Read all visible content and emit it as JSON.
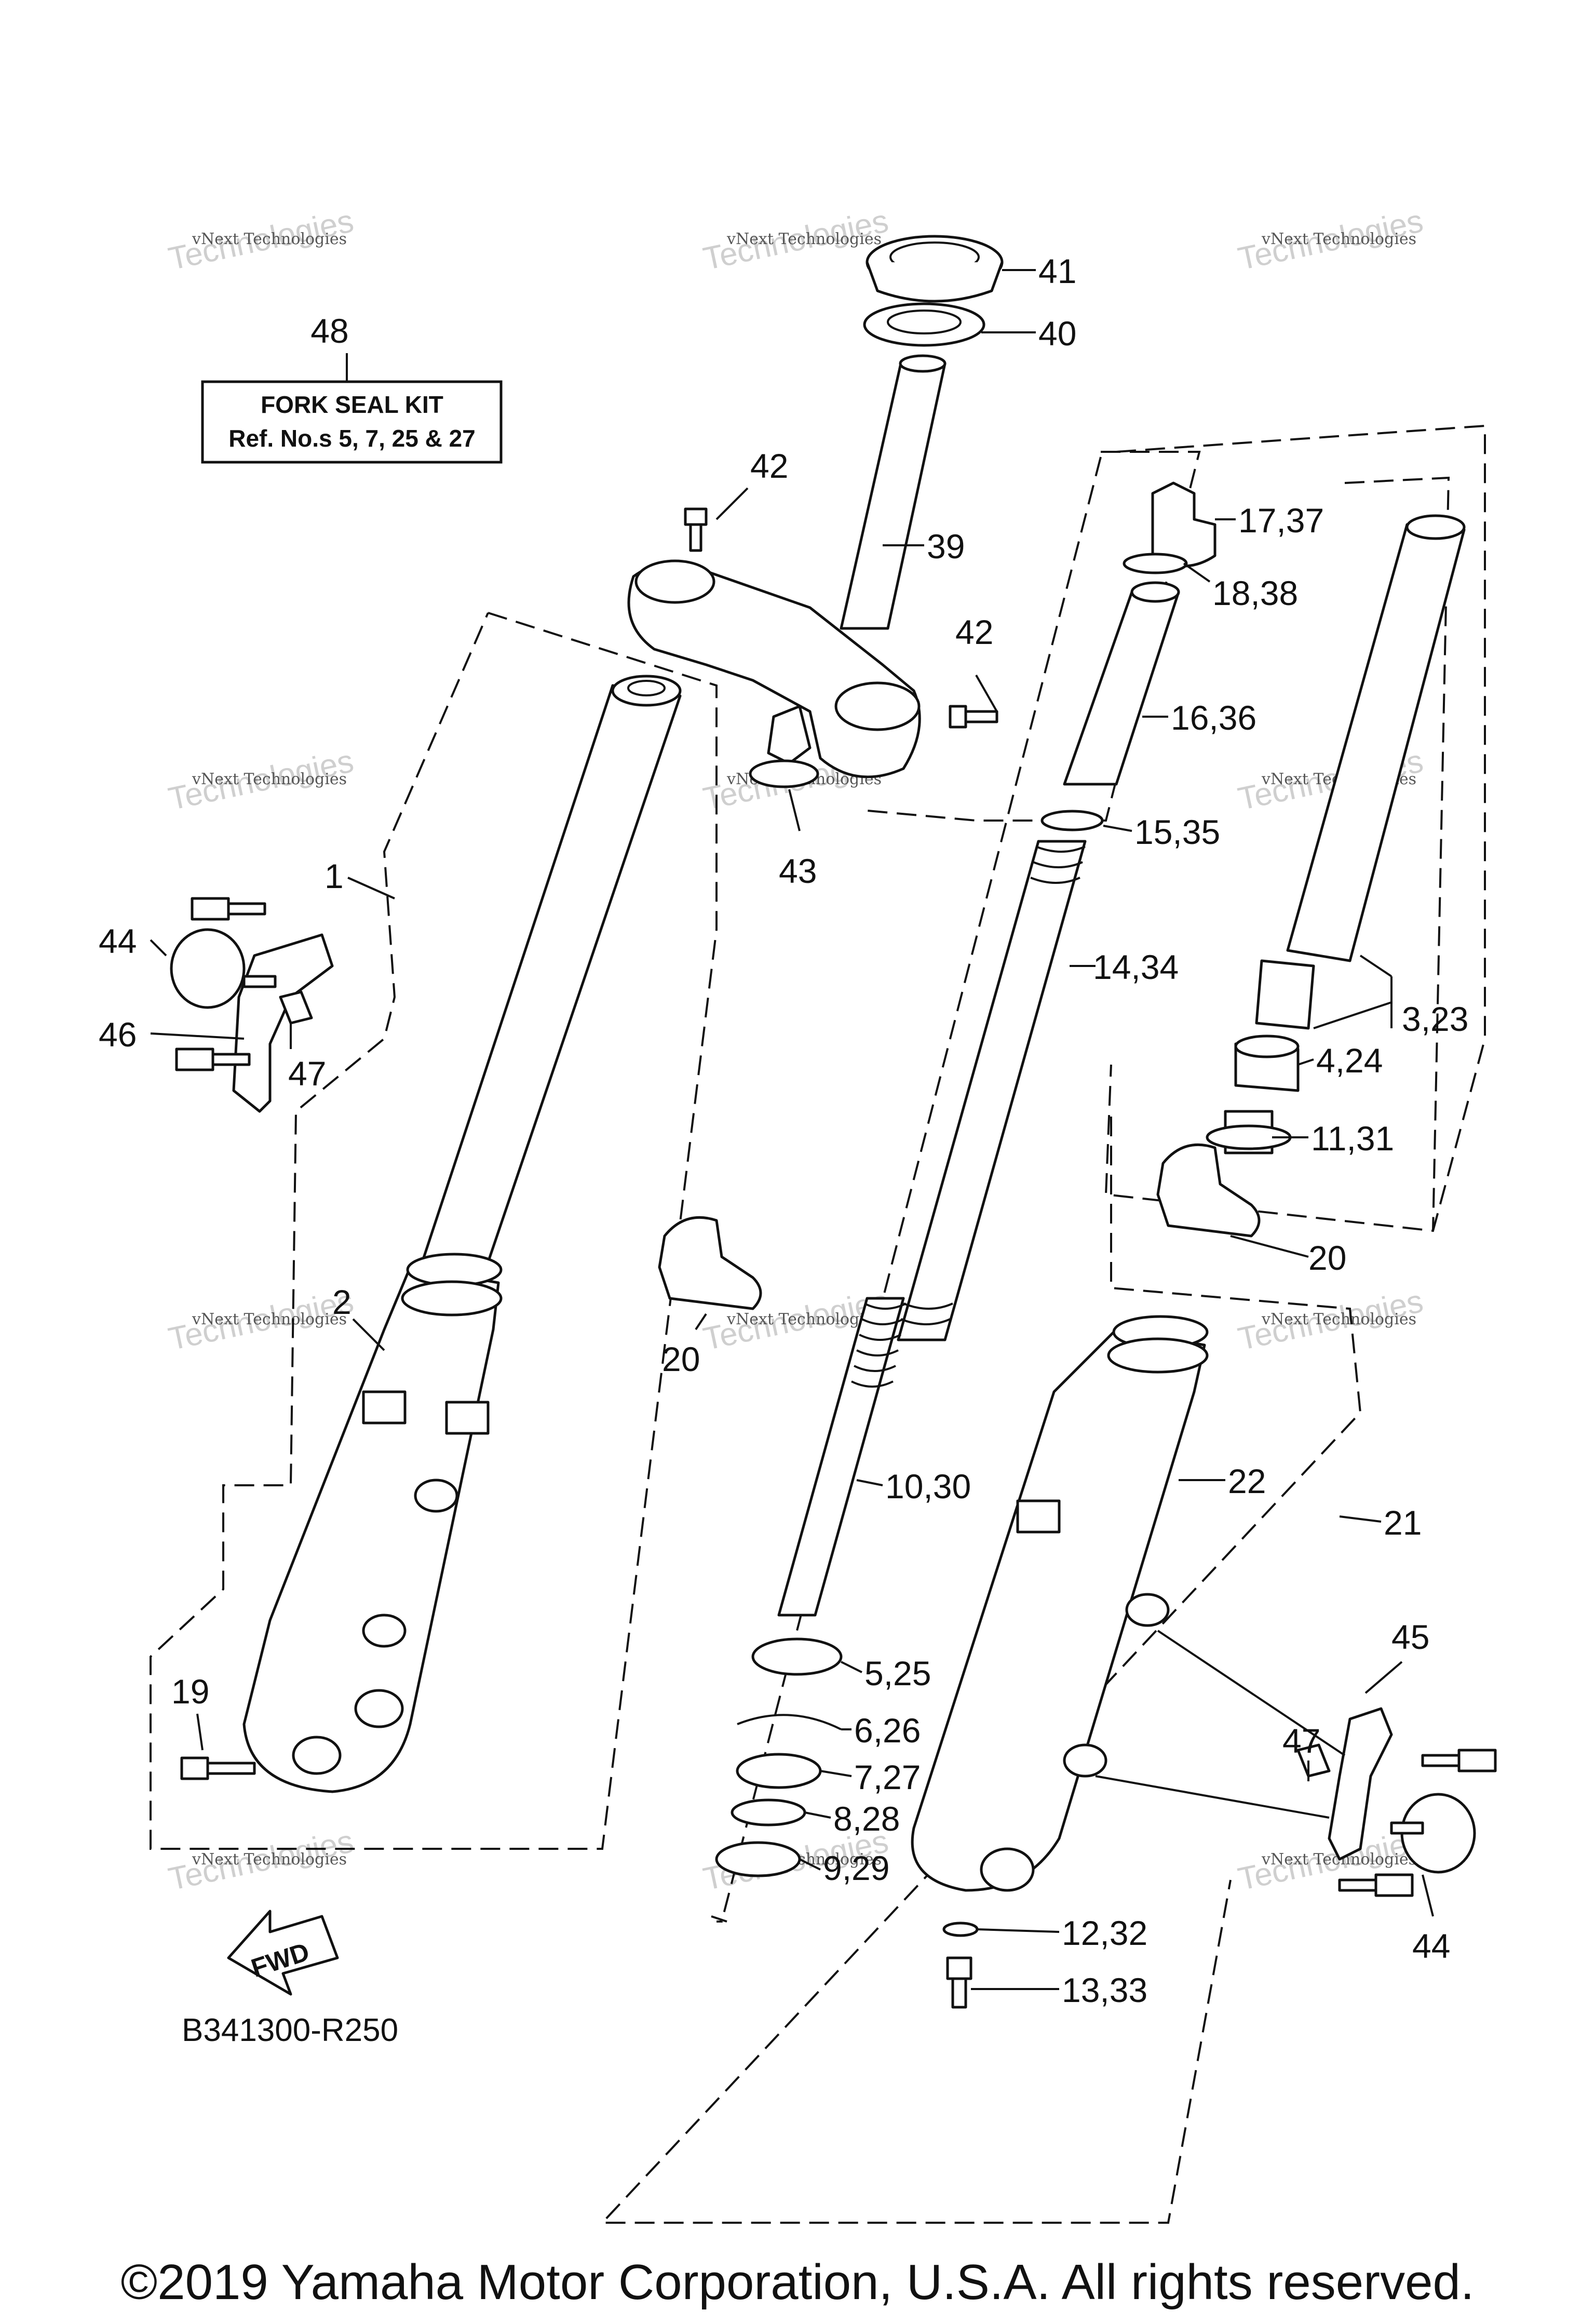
{
  "diagram": {
    "diagram_code": "B341300-R250",
    "kit_box": {
      "number": "48",
      "line1": "FORK SEAL KIT",
      "line2": "Ref. No.s 5, 7, 25 & 27"
    },
    "fwd_label": "FWD",
    "watermark_line1": "vNext Technologies",
    "watermark_line2": "Technologies",
    "watermark_top": "vNext",
    "callouts": [
      "41",
      "40",
      "42",
      "39",
      "42",
      "17,37",
      "18,38",
      "16,36",
      "15,35",
      "43",
      "1",
      "44",
      "46",
      "47",
      "14,34",
      "3,23",
      "4,24",
      "11,31",
      "20",
      "20",
      "2",
      "10,30",
      "22",
      "21",
      "45",
      "19",
      "5,25",
      "6,26",
      "7,27",
      "8,28",
      "9,29",
      "47",
      "12,32",
      "13,33",
      "44"
    ],
    "copyright": "©2019 Yamaha Motor Corporation, U.S.A. All rights reserved."
  }
}
